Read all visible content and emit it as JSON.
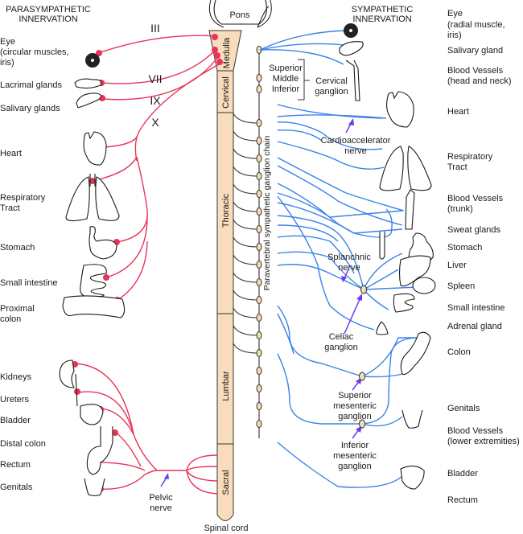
{
  "headers": {
    "parasympathetic": [
      "PARASYMPATHETIC",
      "INNERVATION"
    ],
    "sympathetic": [
      "SYMPATHETIC",
      "INNERVATION"
    ]
  },
  "cranial_nerves": [
    "III",
    "VII",
    "IX",
    "X"
  ],
  "spinal_cord": {
    "brain_label": "Pons",
    "segments": [
      "Medulla",
      "Cervical",
      "Thoracic",
      "Lumbar",
      "Sacral"
    ],
    "bottom_label": "Spinal cord",
    "chain_label": "Paravertebral sympathetic ganglion chain"
  },
  "parasympathetic_targets": [
    {
      "lines": [
        "Eye",
        "(circular muscles,",
        "iris)"
      ]
    },
    {
      "lines": [
        "Lacrimal glands"
      ]
    },
    {
      "lines": [
        "Salivary glands"
      ]
    },
    {
      "lines": [
        "Heart"
      ]
    },
    {
      "lines": [
        "Respiratory",
        "Tract"
      ]
    },
    {
      "lines": [
        "Stomach"
      ]
    },
    {
      "lines": [
        "Small intestine"
      ]
    },
    {
      "lines": [
        "Proximal",
        "colon"
      ]
    },
    {
      "lines": [
        "Kidneys"
      ]
    },
    {
      "lines": [
        "Ureters"
      ]
    },
    {
      "lines": [
        "Bladder"
      ]
    },
    {
      "lines": [
        "Distal colon"
      ]
    },
    {
      "lines": [
        "Rectum"
      ]
    },
    {
      "lines": [
        "Genitals"
      ]
    }
  ],
  "sympathetic_targets": [
    {
      "lines": [
        "Eye",
        "(radial muscle,",
        "iris)"
      ]
    },
    {
      "lines": [
        "Salivary gland"
      ]
    },
    {
      "lines": [
        "Blood Vessels",
        "(head and neck)"
      ]
    },
    {
      "lines": [
        "Heart"
      ]
    },
    {
      "lines": [
        "Respiratory",
        "Tract"
      ]
    },
    {
      "lines": [
        "Blood Vessels",
        "(trunk)"
      ]
    },
    {
      "lines": [
        "Sweat glands"
      ]
    },
    {
      "lines": [
        "Stomach"
      ]
    },
    {
      "lines": [
        "Liver"
      ]
    },
    {
      "lines": [
        "Spleen"
      ]
    },
    {
      "lines": [
        "Small intestine"
      ]
    },
    {
      "lines": [
        "Adrenal gland"
      ]
    },
    {
      "lines": [
        "Colon"
      ]
    },
    {
      "lines": [
        "Genitals"
      ]
    },
    {
      "lines": [
        "Blood Vessels",
        "(lower extremities)"
      ]
    },
    {
      "lines": [
        "Bladder"
      ]
    },
    {
      "lines": [
        "Rectum"
      ]
    }
  ],
  "annotations": {
    "cervical_ganglia": [
      "Superior",
      "Middle",
      "Inferior"
    ],
    "cervical_ganglion": [
      "Cervical",
      "ganglion"
    ],
    "cardioaccelerator": [
      "Cardioaccelerator",
      "nerve"
    ],
    "splanchnic": [
      "Splanchnic",
      "nerve"
    ],
    "celiac": [
      "Celiac",
      "ganglion"
    ],
    "superior_mesenteric": [
      "Superior",
      "mesenteric",
      "ganglion"
    ],
    "inferior_mesenteric": [
      "Inferior",
      "mesenteric",
      "ganglion"
    ],
    "pelvic": [
      "Pelvic",
      "nerve"
    ]
  },
  "colors": {
    "parasympathetic": "#e8335a",
    "sympathetic": "#3b82e8",
    "spinal_cord_fill": "#f8dcbc",
    "ganglion_fill": "#f5deb3",
    "arrow": "#6a3cf0"
  }
}
